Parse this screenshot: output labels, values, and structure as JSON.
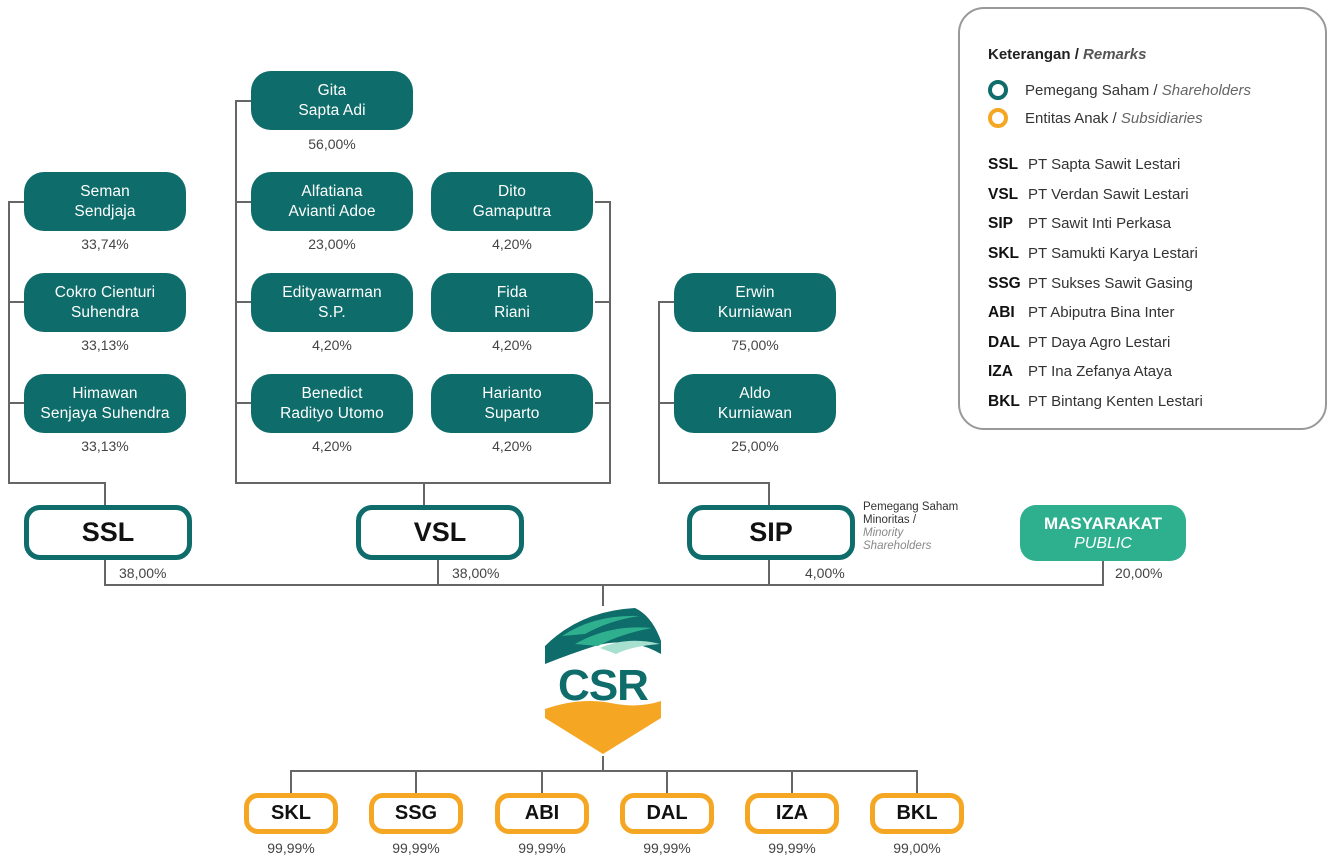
{
  "legend": {
    "title": "Keterangan /",
    "title_en": "Remarks",
    "items": [
      {
        "label": "Pemegang Saham /",
        "label_en": "Shareholders",
        "color": "#0e6c6a"
      },
      {
        "label": "Entitas Anak /",
        "label_en": "Subsidiaries",
        "color": "#f5a623"
      }
    ],
    "abbreviations": [
      {
        "code": "SSL",
        "name": "PT Sapta Sawit Lestari"
      },
      {
        "code": "VSL",
        "name": "PT Verdan Sawit Lestari"
      },
      {
        "code": "SIP",
        "name": "PT Sawit Inti Perkasa"
      },
      {
        "code": "SKL",
        "name": "PT Samukti Karya Lestari"
      },
      {
        "code": "SSG",
        "name": "PT Sukses Sawit Gasing"
      },
      {
        "code": "ABI",
        "name": "PT Abiputra Bina Inter"
      },
      {
        "code": "DAL",
        "name": "PT Daya Agro Lestari"
      },
      {
        "code": "IZA",
        "name": "PT Ina Zefanya Ataya"
      },
      {
        "code": "BKL",
        "name": "PT Bintang Kenten Lestari"
      }
    ]
  },
  "ssl_holders": [
    {
      "line1": "Seman",
      "line2": "Sendjaja",
      "pct": "33,74%"
    },
    {
      "line1": "Cokro Cienturi",
      "line2": "Suhendra",
      "pct": "33,13%"
    },
    {
      "line1": "Himawan",
      "line2": "Senjaya Suhendra",
      "pct": "33,13%"
    }
  ],
  "vsl_holders": [
    {
      "line1": "Gita",
      "line2": "Sapta Adi",
      "pct": "56,00%"
    },
    {
      "line1": "Alfatiana",
      "line2": "Avianti Adoe",
      "pct": "23,00%"
    },
    {
      "line1": "Dito",
      "line2": "Gamaputra",
      "pct": "4,20%"
    },
    {
      "line1": "Edityawarman",
      "line2": "S.P.",
      "pct": "4,20%"
    },
    {
      "line1": "Fida",
      "line2": "Riani",
      "pct": "4,20%"
    },
    {
      "line1": "Benedict",
      "line2": "Radityo Utomo",
      "pct": "4,20%"
    },
    {
      "line1": "Harianto",
      "line2": "Suparto",
      "pct": "4,20%"
    }
  ],
  "sip_holders": [
    {
      "line1": "Erwin",
      "line2": "Kurniawan",
      "pct": "75,00%"
    },
    {
      "line1": "Aldo",
      "line2": "Kurniawan",
      "pct": "25,00%"
    }
  ],
  "entities": [
    {
      "code": "SSL",
      "pct": "38,00%"
    },
    {
      "code": "VSL",
      "pct": "38,00%"
    },
    {
      "code": "SIP",
      "pct": "4,00%"
    }
  ],
  "public": {
    "line1": "MASYARAKAT",
    "line2": "PUBLIC",
    "pct": "20,00%"
  },
  "minority": {
    "line1": "Pemegang Saham",
    "line2": "Minoritas /",
    "line3": "Minority",
    "line4": "Shareholders"
  },
  "company": {
    "name": "CSR",
    "color_teal": "#0e6c6a",
    "color_light": "#2eb08f",
    "color_orange": "#f5a623"
  },
  "subsidiaries": [
    {
      "code": "SKL",
      "pct": "99,99%"
    },
    {
      "code": "SSG",
      "pct": "99,99%"
    },
    {
      "code": "ABI",
      "pct": "99,99%"
    },
    {
      "code": "DAL",
      "pct": "99,99%"
    },
    {
      "code": "IZA",
      "pct": "99,99%"
    },
    {
      "code": "BKL",
      "pct": "99,00%"
    }
  ]
}
